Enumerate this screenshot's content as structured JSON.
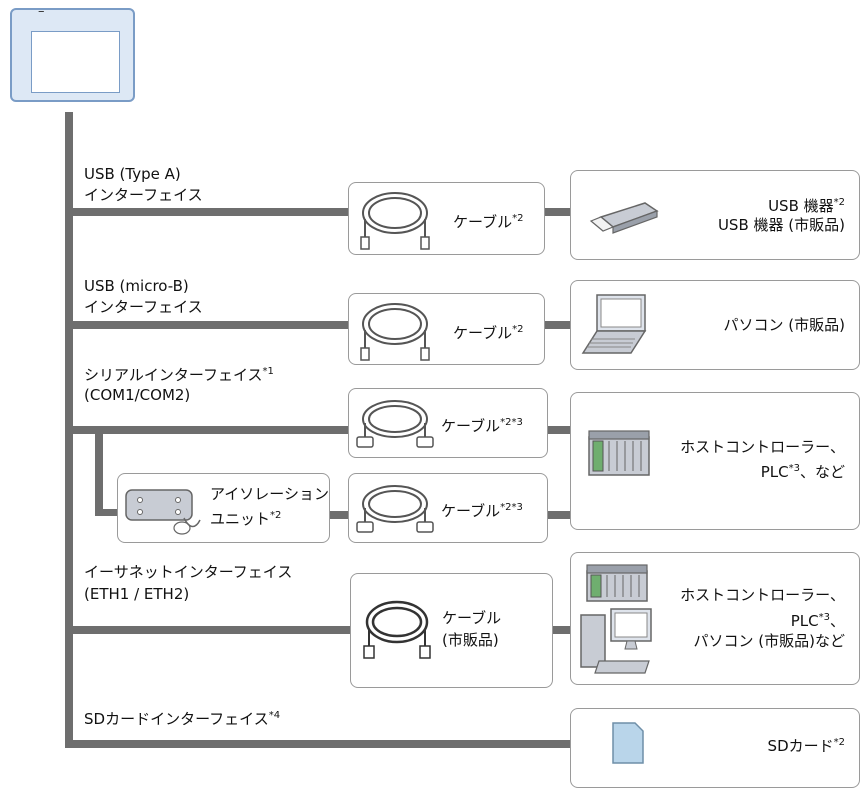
{
  "device": {
    "indicator": "–"
  },
  "interfaces": {
    "usb_a": {
      "line1": "USB (Type A)",
      "line2": "インターフェイス"
    },
    "usb_micro": {
      "line1": "USB (micro-B)",
      "line2": "インターフェイス"
    },
    "serial": {
      "line1": "シリアルインターフェイス",
      "sup": "*1",
      "line2": "(COM1/COM2)"
    },
    "ethernet": {
      "line1": "イーサネットインターフェイス",
      "line2": "(ETH1 / ETH2)"
    },
    "sd": {
      "line1": "SDカードインターフェイス",
      "sup": "*4"
    }
  },
  "cables": {
    "usb_a": {
      "label": "ケーブル",
      "sup": "*2"
    },
    "usb_micro": {
      "label": "ケーブル",
      "sup": "*2"
    },
    "serial_top": {
      "label": "ケーブル",
      "sup": "*2*3"
    },
    "serial_bottom": {
      "label": "ケーブル",
      "sup": "*2*3"
    },
    "ethernet": {
      "line1": "ケーブル",
      "line2": "(市販品)"
    }
  },
  "isolation": {
    "line1": "アイソレーション",
    "line2": "ユニット",
    "sup": "*2"
  },
  "devices": {
    "usb": {
      "line1": "USB 機器",
      "line1_sup": "*2",
      "line2": "USB 機器 (市販品)"
    },
    "pc": {
      "label": "パソコン (市販品)"
    },
    "serial_dev": {
      "line1": "ホストコントローラー、",
      "line2": "PLC",
      "line2_sup": "*3",
      "line2_rest": "、など"
    },
    "eth_dev": {
      "line1": "ホストコントローラー、",
      "line2": "PLC",
      "line2_sup": "*3",
      "line2_rest": "、",
      "line3": "パソコン (市販品)など"
    },
    "sd": {
      "label": "SDカード",
      "sup": "*2"
    }
  },
  "colors": {
    "wire": "#6e6e6e",
    "device_fill": "#dde8f5",
    "device_border": "#7a9cc6",
    "box_border": "#9a9a9a"
  }
}
